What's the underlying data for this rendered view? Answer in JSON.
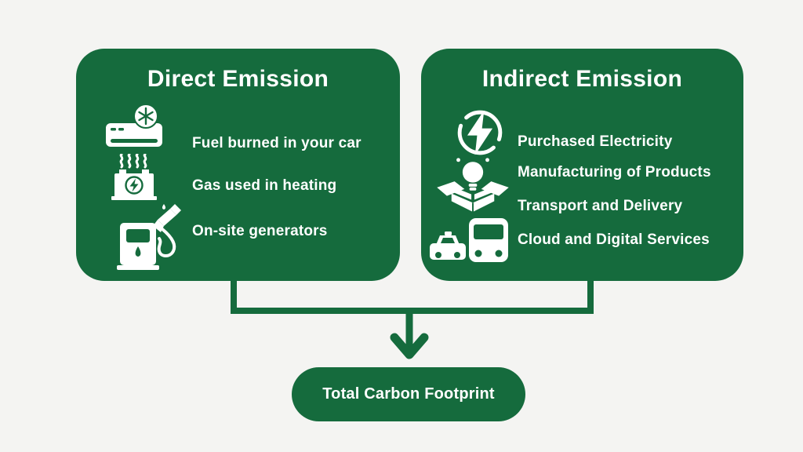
{
  "colors": {
    "background": "#f4f4f2",
    "green": "#156b3d",
    "text": "#ffffff"
  },
  "left_card": {
    "title": "Direct Emission",
    "icons": [
      "air-conditioner-icon",
      "heating-battery-icon",
      "fuel-pump-icon"
    ],
    "labels": [
      "Fuel burned in your car",
      "Gas used in heating",
      "On-site generators"
    ]
  },
  "right_card": {
    "title": "Indirect Emission",
    "icons": [
      "electricity-bolt-icon",
      "product-lightbulb-box-icon",
      "car-and-bus-icon"
    ],
    "labels": [
      "Purchased Electricity",
      "Manufacturing of Products",
      "Transport and Delivery",
      "Cloud and Digital Services"
    ]
  },
  "total": {
    "label": "Total Carbon Footprint"
  }
}
